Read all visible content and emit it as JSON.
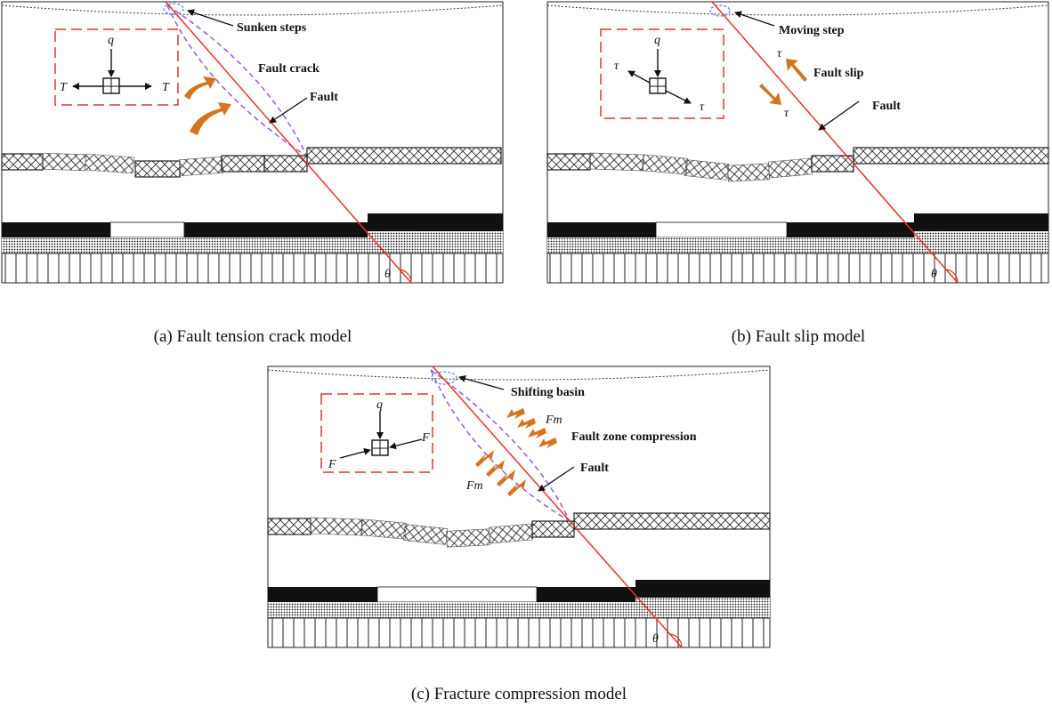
{
  "panels": [
    {
      "id": "a",
      "caption": "(a) Fault tension crack model",
      "annotations": [
        "Sunken steps",
        "Fault crack",
        "Fault"
      ],
      "forces": {
        "q": "q",
        "left": "T",
        "right": "T"
      },
      "theta": "θ"
    },
    {
      "id": "b",
      "caption": "(b) Fault slip model",
      "annotations": [
        "Moving step",
        "Fault slip",
        "Fault"
      ],
      "forces": {
        "q": "q",
        "tau_top": "τ",
        "tau_bottom": "τ",
        "tau_left": "τ",
        "tau_right": "τ"
      },
      "theta": "θ"
    },
    {
      "id": "c",
      "caption": "(c) Fracture compression model",
      "annotations": [
        "Shifting basin",
        "Fault zone compression",
        "Fault"
      ],
      "forces": {
        "q": "q",
        "left": "F",
        "right": "F",
        "fm_top": "Fm",
        "fm_bottom": "Fm"
      },
      "theta": "θ"
    }
  ],
  "colors": {
    "fault_line": "#e8322c",
    "crack_zone": "#9b59d0",
    "force_arrow": "#d4741f",
    "stress_box": "#e8322c",
    "step_circle": "#4f7fe0"
  }
}
